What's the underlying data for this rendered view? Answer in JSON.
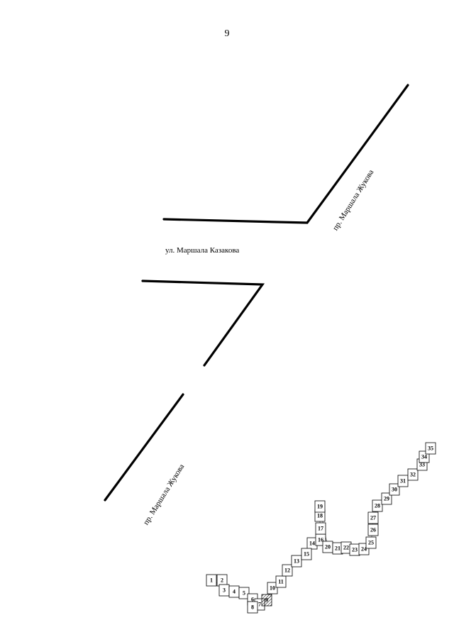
{
  "page": {
    "number": "9"
  },
  "streets": {
    "kazakova": "ул. Маршала Казакова",
    "zhukova_top": "пр. Маршала Жукова",
    "zhukova_bottom": "пр. Маршала Жукова"
  },
  "plots": {
    "labels": [
      "1",
      "2",
      "3",
      "4",
      "5",
      "6",
      "7",
      "8",
      "9",
      "10",
      "11",
      "12",
      "13",
      "14",
      "15",
      "16",
      "17",
      "18",
      "19",
      "20",
      "21",
      "22",
      "23",
      "24",
      "25",
      "26",
      "27",
      "28",
      "29",
      "30",
      "31",
      "32",
      "33",
      "34",
      "35"
    ]
  },
  "colors": {
    "ink": "#000000",
    "paper": "#ffffff"
  }
}
